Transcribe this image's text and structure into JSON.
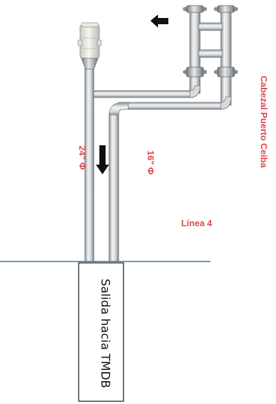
{
  "labels": {
    "header": "Cabezal Puerto Ceiba",
    "line": "Línea 4",
    "diameter_24": "24\" Φ",
    "diameter_16": "16\" Φ",
    "outlet": "Salida hacia TMDB"
  },
  "icons": {
    "flow_left": "arrow-left-icon",
    "flow_down": "arrow-down-icon"
  },
  "colors": {
    "label_red": "#e0474c",
    "waterline": "#2e75b6",
    "pipe_edge": "#7a7f83",
    "pipe_light": "#eef0f1",
    "pipe_mid": "#c4c8cb"
  }
}
